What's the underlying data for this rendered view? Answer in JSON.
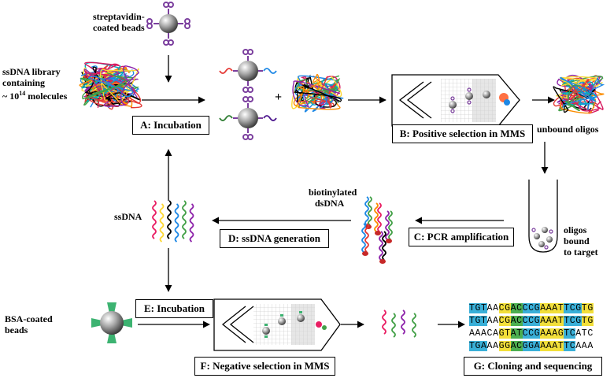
{
  "labels": {
    "streptavidin_line1": "streptavidin-",
    "streptavidin_line2": "coated beads",
    "library_line1": "ssDNA library",
    "library_line2": "containing",
    "library_line3_prefix": "~ 10",
    "library_line3_exp": "14",
    "library_line3_suffix": " molecules",
    "plus": "+",
    "unbound": "unbound oligos",
    "biotinylated_line1": "biotinylated",
    "biotinylated_line2": "dsDNA",
    "ssdna": "ssDNA",
    "oligos_line1": "oligos bound",
    "oligos_line2": "to target",
    "bsa_line1": "BSA-coated",
    "bsa_line2": "beads"
  },
  "steps": {
    "a": "A: Incubation",
    "b": "B: Positive selection in MMS",
    "c": "C: PCR amplification",
    "d": "D: ssDNA generation",
    "e": "E: Incubation",
    "f": "F: Negative selection in MMS",
    "g": "G: Cloning and sequencing"
  },
  "sequences": [
    "TGTAACGACCCGAAATTCGTG",
    "TGTAACGACCCGAAATTCGTG",
    "AAACAGTATCCGAAAGTCATC",
    "TGAAAGGACGGAAAATTCAAA"
  ],
  "colors": {
    "bead": "#7a7a7a",
    "streptavidin": "#7b3f9e",
    "bsa": "#3cb371",
    "seq_cyan": "#3ab0d8",
    "seq_yellow": "#f2df3a",
    "seq_green": "#4caf50"
  }
}
